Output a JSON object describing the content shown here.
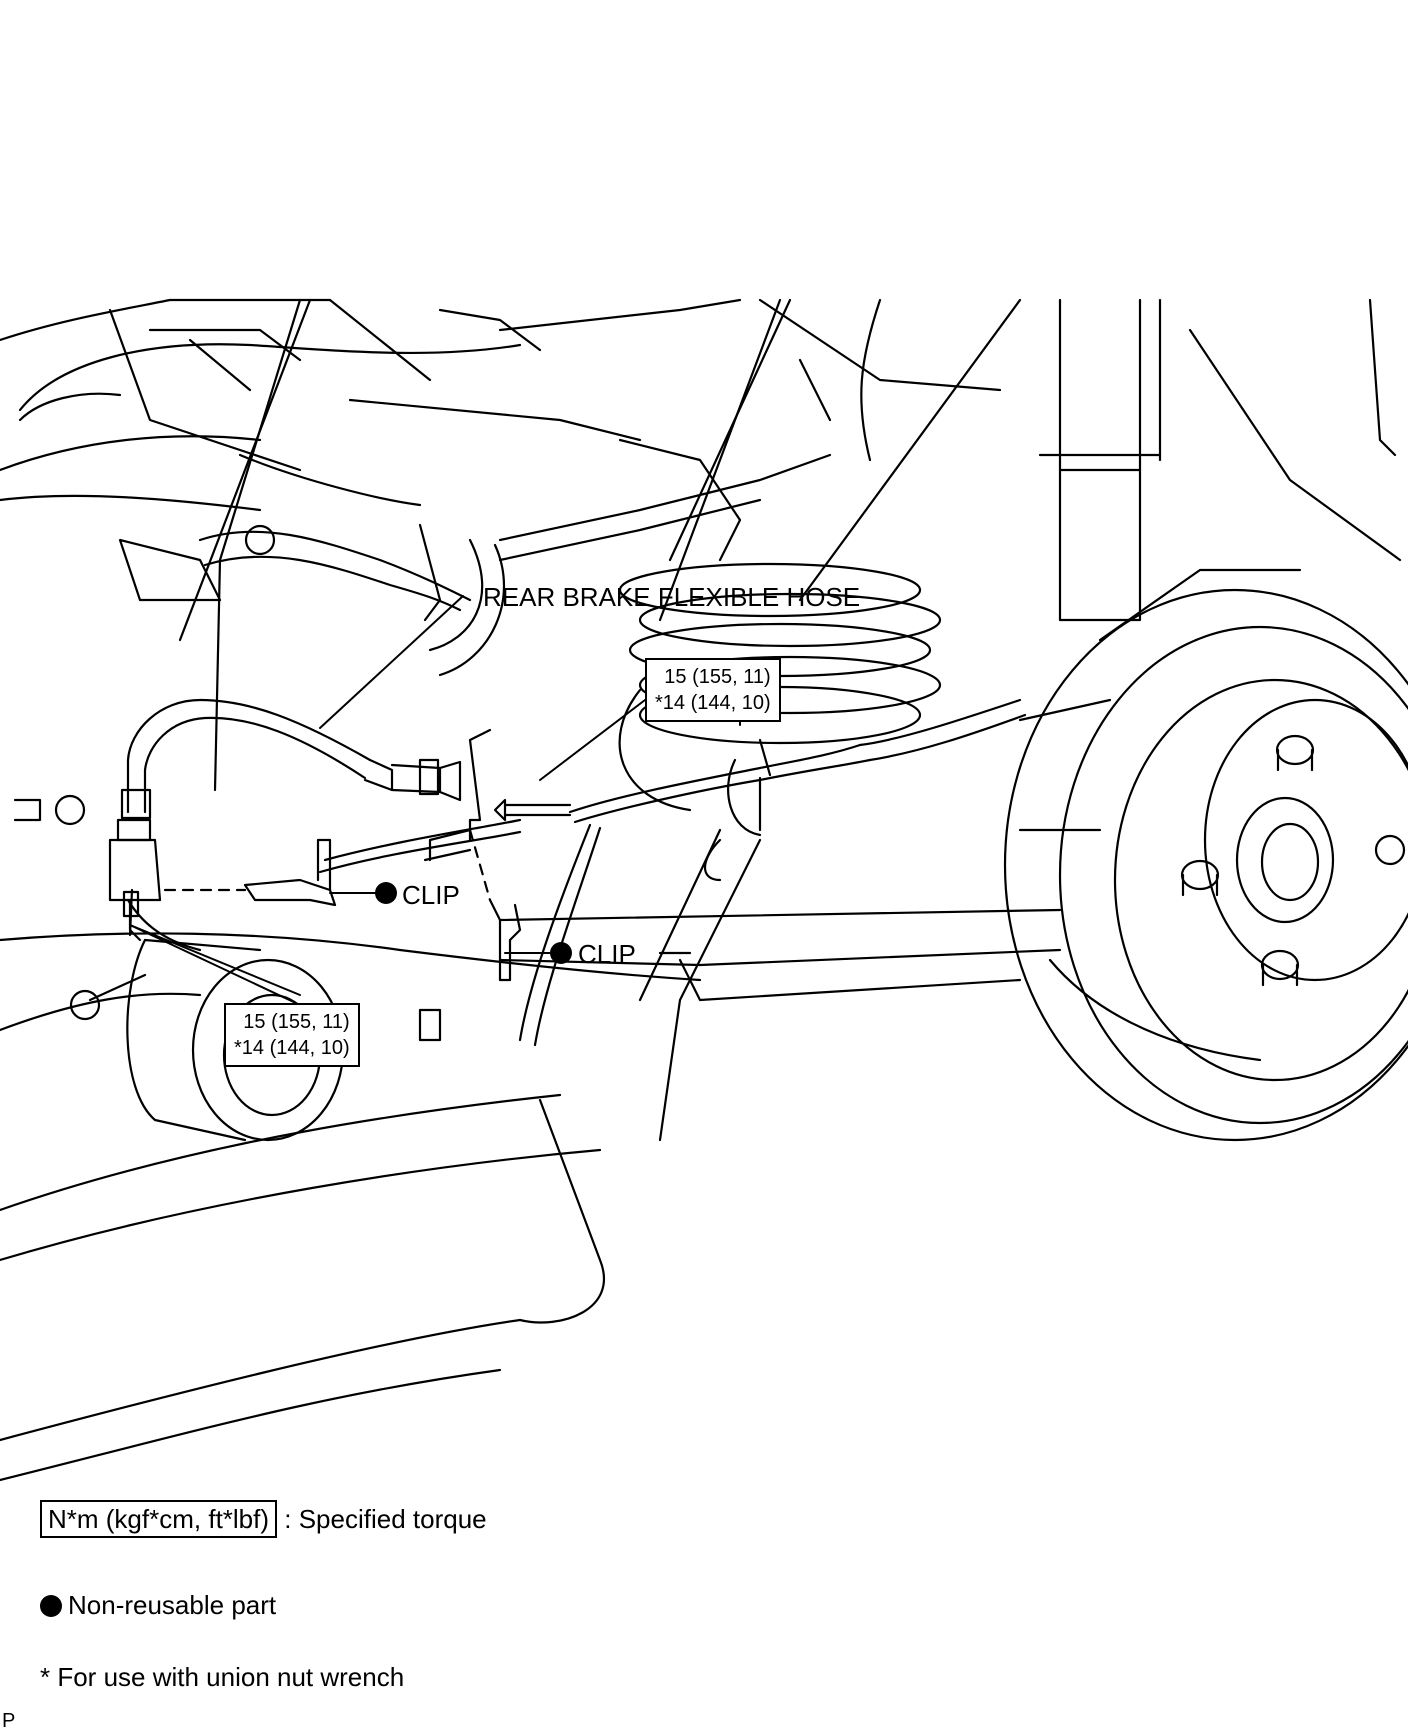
{
  "labels": {
    "hose": "REAR BRAKE FLEXIBLE HOSE",
    "clip_upper": "CLIP",
    "clip_lower": "CLIP"
  },
  "torque_specs": [
    {
      "line1": "15 (155, 11)",
      "line2": "*14 (144, 10)"
    },
    {
      "line1": "15 (155, 11)",
      "line2": "*14 (144, 10)"
    }
  ],
  "legend": {
    "torque_unit": "N*m (kgf*cm, ft*lbf)",
    "torque_desc": ": Specified torque",
    "nonreusable": "Non-reusable part",
    "union_note": "* For use with union nut wrench"
  },
  "corner_mark": "P"
}
